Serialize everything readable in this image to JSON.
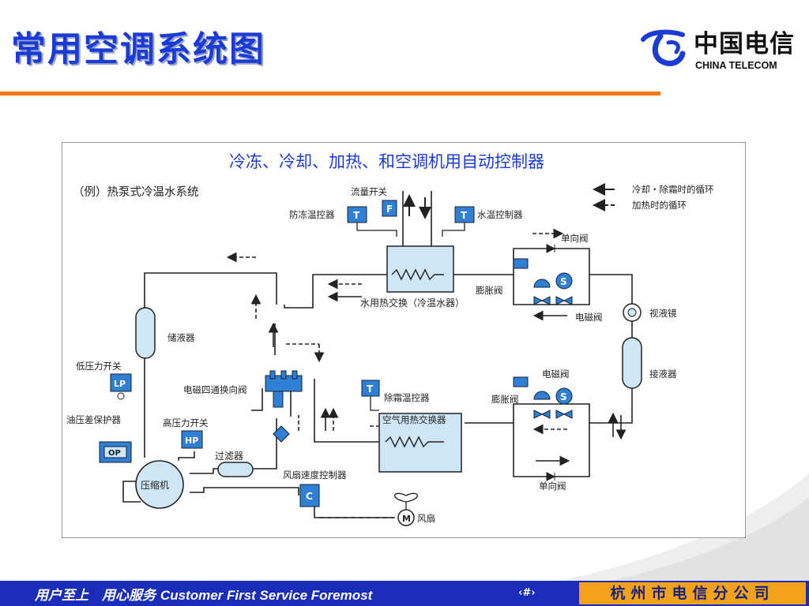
{
  "header": {
    "title": "常用空调系统图",
    "logo_cn": "中国电信",
    "logo_en": "CHINA TELECOM"
  },
  "diagram": {
    "title": "冷冻、冷却、加热、和空调机用自动控制器",
    "subtitle": "（例）热泵式冷温水系统",
    "legend": {
      "solid": "冷却・除霜时的循环",
      "dashed": "加热时的循环"
    },
    "labels": {
      "flow_switch": "流量开关",
      "antifreeze_ctrl": "防冻温控器",
      "water_temp_ctrl": "水温控制器",
      "water_hx": "水用热交换（冷温水器）",
      "check_valve_top": "单向阀",
      "expansion_valve_top": "膨胀阀",
      "solenoid_top": "电磁阀",
      "sight_glass": "视液镜",
      "receiver": "接液器",
      "accumulator": "储液器",
      "low_pressure": "低压力开关",
      "oil_pressure": "油压差保护器",
      "high_pressure": "高压力开关",
      "four_way": "电磁四通换向阀",
      "defrost_ctrl": "除霜温控器",
      "air_hx": "空气用热交换器",
      "solenoid_bottom": "电磁阀",
      "expansion_valve_bottom": "膨胀阀",
      "check_valve_bottom": "单向阀",
      "filter": "过滤器",
      "fan_speed": "风扇速度控制器",
      "compressor": "压缩机",
      "fan": "风扇"
    },
    "symbols": {
      "T": "T",
      "F": "F",
      "LP": "LP",
      "HP": "HP",
      "OP": "OP",
      "C": "C",
      "M": "M",
      "S": "S"
    }
  },
  "footer": {
    "slogan_cn": "用户至上　用心服务",
    "slogan_en": "Customer First Service Foremost",
    "page": "‹#›",
    "company": "杭州市电信分公司"
  },
  "colors": {
    "title": "#1a3bd6",
    "rule": "#f07a10",
    "footer_bg": "#1a2db8",
    "footer_right_bg": "#f4a21b",
    "component_fill": "#cfe6f7",
    "symbol_fill": "#2f7fd4"
  }
}
